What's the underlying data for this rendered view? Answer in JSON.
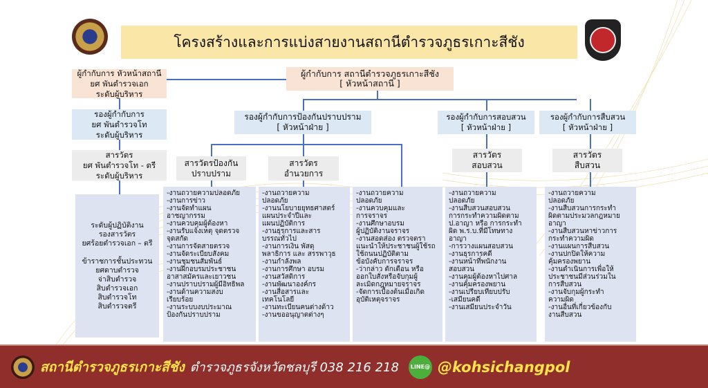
{
  "header": {
    "title": "โครงสร้างและการแบ่งสายงานสถานีตำรวจภูธรเกาะสีชัง",
    "colors": {
      "title_bg": "#fae6a6",
      "footer_bg": "#8f2e2a",
      "accent_line": "#4a6fc9"
    }
  },
  "ranks": [
    {
      "lines": [
        "ผู้กำกับการ  หัวหน้าสถานี",
        "ยศ พันตำรวจเอก",
        "ระดับผู้บริหาร"
      ]
    },
    {
      "lines": [
        "รองผู้กำกับการ",
        "ยศ พันตำรวจโท",
        "ระดับผู้บริหาร"
      ]
    },
    {
      "lines": [
        "สารวัตร",
        "ยศ พันตำรวจโท - ตรี",
        "ระดับผู้บริหาร"
      ]
    },
    {
      "lines": [
        "ระดับผู้ปฏิบัติงาน",
        "รองสารวัตร",
        "ยศร้อยตำรวจเอก – ตรี",
        "",
        "ข้าราชการชั้นประทวน",
        "ยศดาบตำรวจ",
        "จ่าสิบตำรวจ",
        "สิบตำรวจเอก",
        "สิบตำรวจโท",
        "สิบตำรวจตรี"
      ]
    }
  ],
  "chief": {
    "lines": [
      "ผู้กำกับการ สถานีตำรวจภูธรเกาะสีชัง",
      "[ หัวหน้าสถานี ]"
    ]
  },
  "deputies": [
    {
      "lines": [
        "รองผู้กำกับการป้องกันปราบปราม",
        "[ หัวหน้าฝ่าย ]"
      ]
    },
    {
      "lines": [
        "รองผู้กำกับการสอบสวน",
        "[ หัวหน้าฝ่าย ]"
      ]
    },
    {
      "lines": [
        "รองผู้กำกับการสืบสวน",
        "[ หัวหน้าฝ่าย ]"
      ]
    }
  ],
  "inspectors": [
    {
      "lines": [
        "สารวัตรป้องกัน",
        "ปราบปราม"
      ]
    },
    {
      "lines": [
        "สารวัตร",
        "อำนวยการ"
      ]
    },
    {
      "lines": [
        "สารวัตร",
        "สอบสวน"
      ]
    },
    {
      "lines": [
        "สารวัตร",
        "สืบสวน"
      ]
    }
  ],
  "duties": [
    "-งานถวายความปลอดภัย\n-งานการข่าว\n-งานจัดทำแผน\nอาชญากรรม\n-งานควบคุมผู้ต้องหา\n-งานรับแจ้งเหตุ จุดตรวจ\nจุดสกัด\n-งานการจัดสายตรวจ\n-งานจัดระเบียบสังคม\n-งานชุมชนสัมพันธ์\n-งานฝึกอบรมประชาชน\nอาสาสมัครและเยาวชน\n-งานปราบปรามผู้มีอิทธิพล\n-งานด้านความสงบ\nเรียบร้อย\n-งานระบบงบประมาณ\nป้องกันปราบปราม",
    "-งานถวายความ\nปลอดภัย\n-งานนโยบายยุทธศาสตร์\nแผนประจำปีและ\nแผนปฏิบัติการ\n-งานธุรการและสาร\nบรรณทั่วไป\n-งานการเงิน พัสดุ\nพลาธิการ และ สรรพาวุธ\n-งานกำลังพล\n-งานการศึกษา อบรม\n-งานสวัสดิการ\n-งานพัฒนาองค์กร\n-งานสื่อสารและ\nเทคโนโลยี\n-งานทะเบียนคนต่างด้าว\n-งานขออนุญาตต่างๆ",
    "-งานถวายความ\nปลอดภัย\n-งานควบคุมและ\nการจราจร\n-งานศึกษาอบรม\nผู้ปฏิบัติงานจราจร\n-งานสอดส่อง ตรวจตรา\nแนะนำให้ประชาชนผู้ใช้รถ\nใช้ถนนปฏิบัติตาม\nข้อบังคับการจราจร\n-ว่ากล่าว ตักเตือน หรือ\nออกใบสั่งหรือจับกุมผู้\nละเมิดกฎหมายจราจร\n-จัดการเบื้องต้นเมื่อเกิด\nอุบัติเหตุจราจร",
    "-งานถวายความ\nปลอดภัย\n-งานสืบสวนสอบสวน\nการกระทำความผิดตาม\nป.อาญา หรือ การกระทำ\nผิด พ.ร.บ.ที่มีโทษทาง\nอาญา\n-การวางแผนสอบสวน\n-งานธุรการคดี\n-งานหน้าที่พนักงาน\nสอบสวน\n-งานคุมผู้ต้องหาไปศาล\n-งานคุ้มครองพยาน\n-งานเปรียบเทียบปรับ\n-เสมียนคดี\n-งานเสมียนประจำวัน",
    "-งานถวายความ\nปลอดภัย\n-งานสืบสวนการกระทำ\nผิดตามประมวลกฎหมาย\nอาญา\n-งานสืบสวนหาข่าวการ\nกระทำความผิด\n-งานแผนการสืบสวน\n-งานปกปิดให้ความ\nคุ้มครองพยาน\n-งานดำเนินการเพื่อให้\nประชาชนมีส่วนร่วมใน\nการสืบสวน\n-งานจับกุมผู้กระทำ\nความผิด\n-งานอื่นที่เกี่ยวข้องกับ\nงานสืบสวน"
  ],
  "footer": {
    "station_name": "สถานีตำรวจภูธรเกาะสีชัง",
    "subtitle": "ตำรวจภูธรจังหวัดชลบุรี 038 216 218",
    "line_badge": "LINE@",
    "handle": "@kohsichangpol"
  }
}
